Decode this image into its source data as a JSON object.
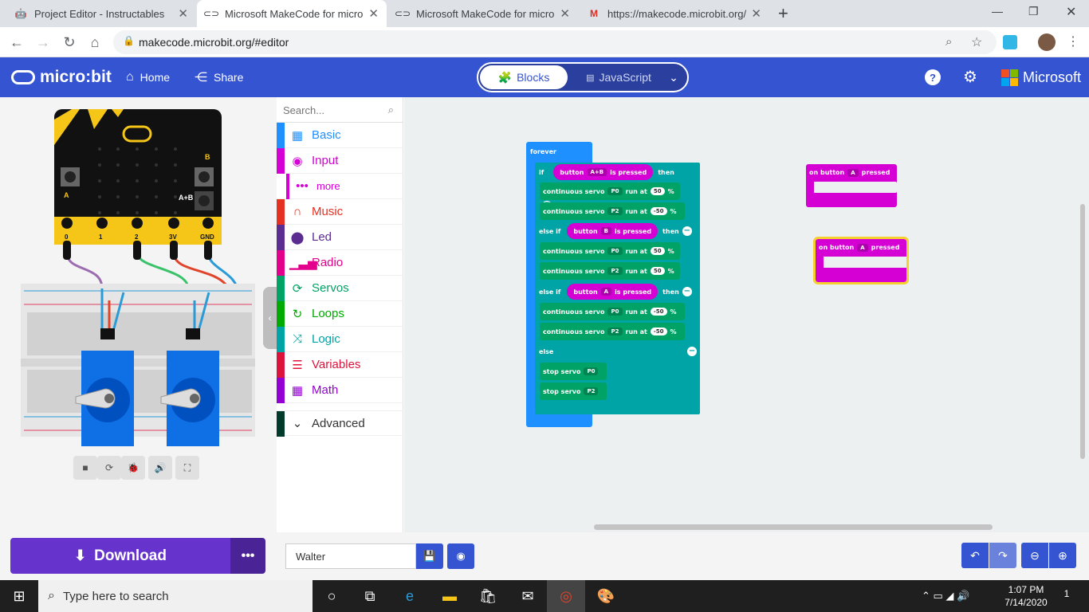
{
  "browser": {
    "tabs": [
      {
        "title": "Project Editor - Instructables",
        "favicon": "robot-icon"
      },
      {
        "title": "Microsoft MakeCode for micro:bi",
        "favicon": "makecode-icon"
      },
      {
        "title": "Microsoft MakeCode for micro:bi",
        "favicon": "makecode-icon"
      },
      {
        "title": "https://makecode.microbit.org/_l",
        "favicon": "gmail-icon"
      }
    ],
    "new_tab": "+",
    "url": "makecode.microbit.org/#editor",
    "window_controls": {
      "minimize": "—",
      "restore": "❐",
      "close": "✕"
    }
  },
  "header": {
    "logo": "micro:bit",
    "home": "Home",
    "share": "Share",
    "blocks": "Blocks",
    "javascript": "JavaScript",
    "brand": "Microsoft"
  },
  "simulator": {
    "pins": [
      "0",
      "1",
      "2",
      "3V",
      "GND"
    ],
    "buttons": {
      "a": "A",
      "b": "B",
      "ab": "A+B"
    },
    "controls": [
      "■",
      "⟳",
      "🐞",
      "🔊",
      "⛶"
    ]
  },
  "toolbox": {
    "search_placeholder": "Search...",
    "categories": [
      {
        "label": "Basic",
        "color": "#1e90ff",
        "icon": "grid-icon"
      },
      {
        "label": "Input",
        "color": "#d400d4",
        "icon": "input-icon"
      },
      {
        "label": "more",
        "color": "#d400d4",
        "icon": "more-icon"
      },
      {
        "label": "Music",
        "color": "#e63022",
        "icon": "headphones-icon"
      },
      {
        "label": "Led",
        "color": "#5c2d91",
        "icon": "toggle-icon"
      },
      {
        "label": "Radio",
        "color": "#e3008c",
        "icon": "signal-icon"
      },
      {
        "label": "Servos",
        "color": "#00a365",
        "icon": "refresh-icon"
      },
      {
        "label": "Loops",
        "color": "#00aa00",
        "icon": "loop-icon"
      },
      {
        "label": "Logic",
        "color": "#00a4a6",
        "icon": "shuffle-icon"
      },
      {
        "label": "Variables",
        "color": "#dc143c",
        "icon": "list-icon"
      },
      {
        "label": "Math",
        "color": "#9400d3",
        "icon": "calculator-icon"
      }
    ],
    "advanced": "Advanced"
  },
  "workspace": {
    "forever_label": "forever",
    "if_label": "if",
    "then_label": "then",
    "else_if_label": "else if",
    "else_label": "else",
    "button_label": "button",
    "is_pressed_label": "is pressed",
    "cond1_button": "A+B",
    "cond2_button": "B",
    "cond3_button": "A",
    "servo_cmd": "continuous servo",
    "run_at": "run at",
    "pct": "%",
    "servo_rows": [
      {
        "pin": "P0",
        "speed": "50"
      },
      {
        "pin": "P2",
        "speed": "-50"
      },
      {
        "pin": "P0",
        "speed": "50"
      },
      {
        "pin": "P2",
        "speed": "50"
      },
      {
        "pin": "P0",
        "speed": "-50"
      },
      {
        "pin": "P2",
        "speed": "-50"
      }
    ],
    "stop_servo": "stop servo",
    "stop_pins": [
      "P0",
      "P2"
    ],
    "on_button_label": "on button",
    "pressed_label": "pressed",
    "event1_button": "A",
    "event2_button": "A"
  },
  "bottom": {
    "download": "Download",
    "more": "•••",
    "project_name": "Walter"
  },
  "taskbar": {
    "search_placeholder": "Type here to search",
    "time": "1:07 PM",
    "date": "7/14/2020",
    "notifications": "1"
  }
}
